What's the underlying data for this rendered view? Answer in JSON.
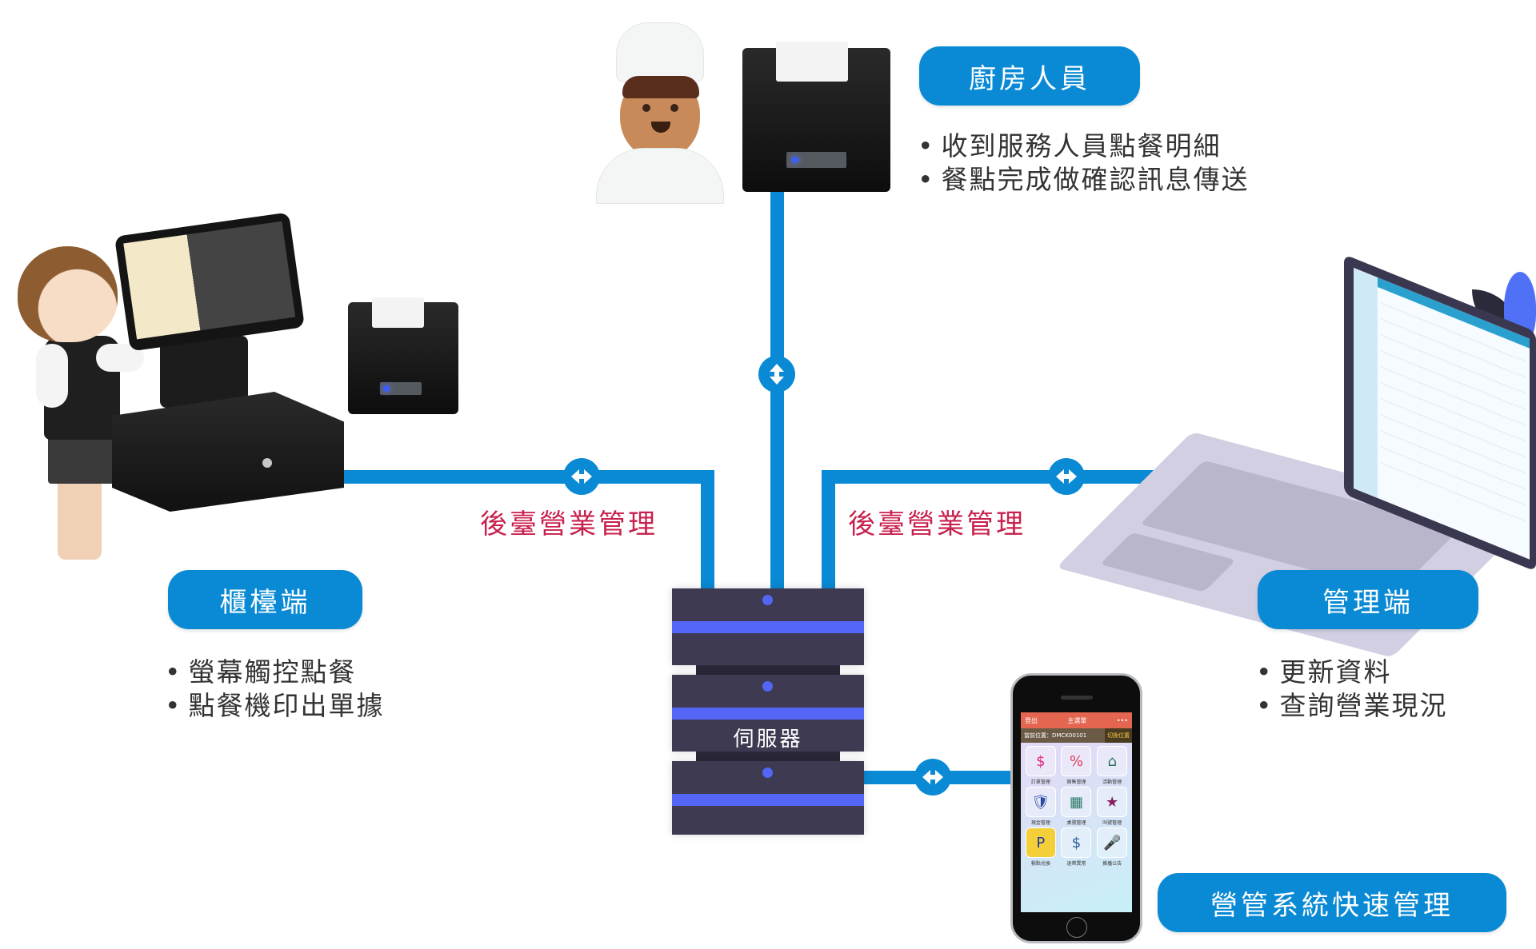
{
  "diagram": {
    "server": {
      "label": "伺服器"
    },
    "kitchen": {
      "title": "廚房人員",
      "bullets": [
        "收到服務人員點餐明細",
        "餐點完成做確認訊息傳送"
      ]
    },
    "counter": {
      "title": "櫃檯端",
      "bullets": [
        "螢幕觸控點餐",
        "點餐機印出單據"
      ]
    },
    "manager": {
      "title": "管理端",
      "bullets": [
        "更新資料",
        "查詢營業現況"
      ]
    },
    "mobile": {
      "title": "營管系統快速管理",
      "app": {
        "logout": "登出",
        "menu_title": "主選單",
        "location": "當前位置：DMCK00101",
        "switch_location": "切換位置",
        "items": [
          {
            "label": "訂單管理",
            "icon": "$"
          },
          {
            "label": "銷售管理",
            "icon": "%"
          },
          {
            "label": "活動管理",
            "icon": "⌂"
          },
          {
            "label": "現金管理",
            "icon": "🛡"
          },
          {
            "label": "桌號管理",
            "icon": "▦"
          },
          {
            "label": "叫號管理",
            "icon": "★"
          },
          {
            "label": "積點兌換",
            "icon": "P"
          },
          {
            "label": "退幣異常",
            "icon": "$"
          },
          {
            "label": "推播公告",
            "icon": "🎤"
          }
        ]
      }
    },
    "connection_labels": {
      "left": "後臺營業管理",
      "right": "後臺營業管理"
    },
    "colors": {
      "accent_blue": "#0a8ad4",
      "server_body": "#3d3a52",
      "server_stripe": "#5466f5",
      "label_red": "#c8204d"
    }
  }
}
